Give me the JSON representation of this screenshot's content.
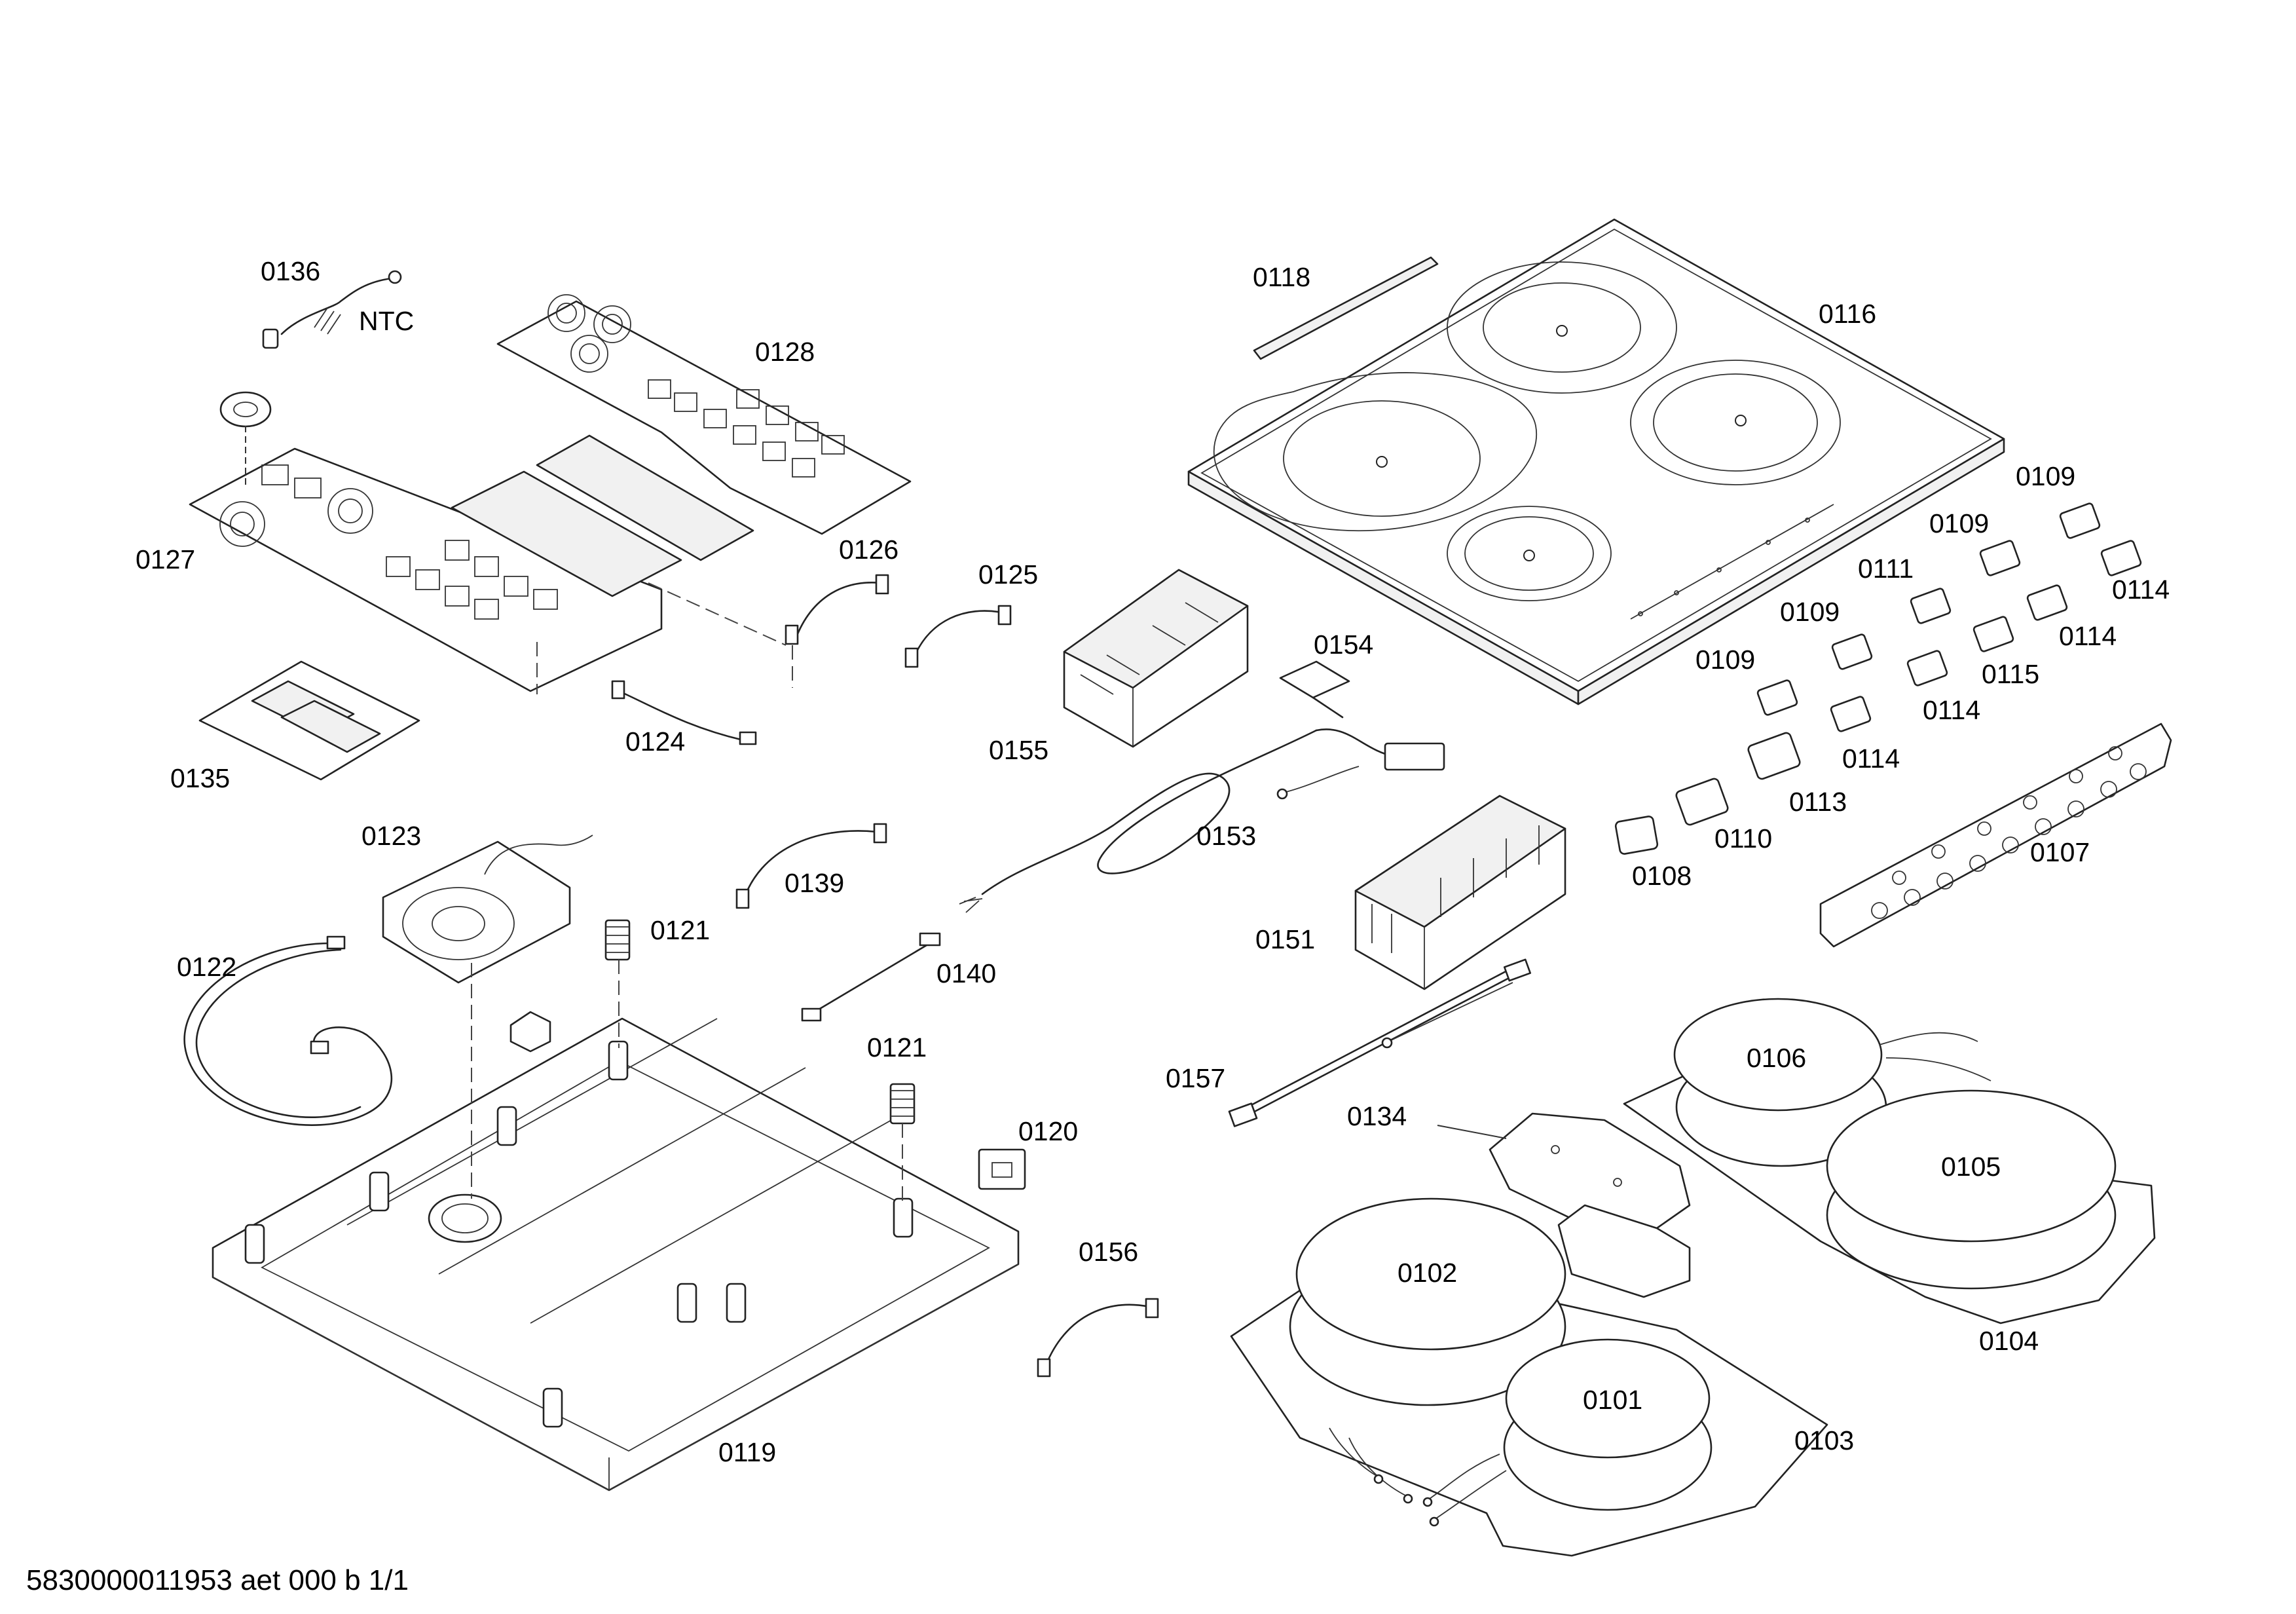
{
  "diagram": {
    "callouts": {
      "p0136": "0136",
      "ntc": "NTC",
      "p0128": "0128",
      "p0127": "0127",
      "p0126": "0126",
      "p0125": "0125",
      "p0124": "0124",
      "p0135": "0135",
      "p0123": "0123",
      "p0122": "0122",
      "p0121a": "0121",
      "p0121b": "0121",
      "p0139": "0139",
      "p0140": "0140",
      "p0120": "0120",
      "p0119": "0119",
      "p0156": "0156",
      "p0118": "0118",
      "p0116": "0116",
      "p0155": "0155",
      "p0154": "0154",
      "p0153": "0153",
      "p0151": "0151",
      "p0157": "0157",
      "p0134": "0134",
      "p0109a": "0109",
      "p0109b": "0109",
      "p0109c": "0109",
      "p0109d": "0109",
      "p0111": "0111",
      "p0114a": "0114",
      "p0114b": "0114",
      "p0114c": "0114",
      "p0114d": "0114",
      "p0115": "0115",
      "p0113": "0113",
      "p0110": "0110",
      "p0108": "0108",
      "p0107": "0107",
      "p0106": "0106",
      "p0105": "0105",
      "p0104": "0104",
      "p0102": "0102",
      "p0101": "0101",
      "p0103": "0103"
    },
    "footer_code": "5830000011953 aet 000 b 1/1"
  }
}
